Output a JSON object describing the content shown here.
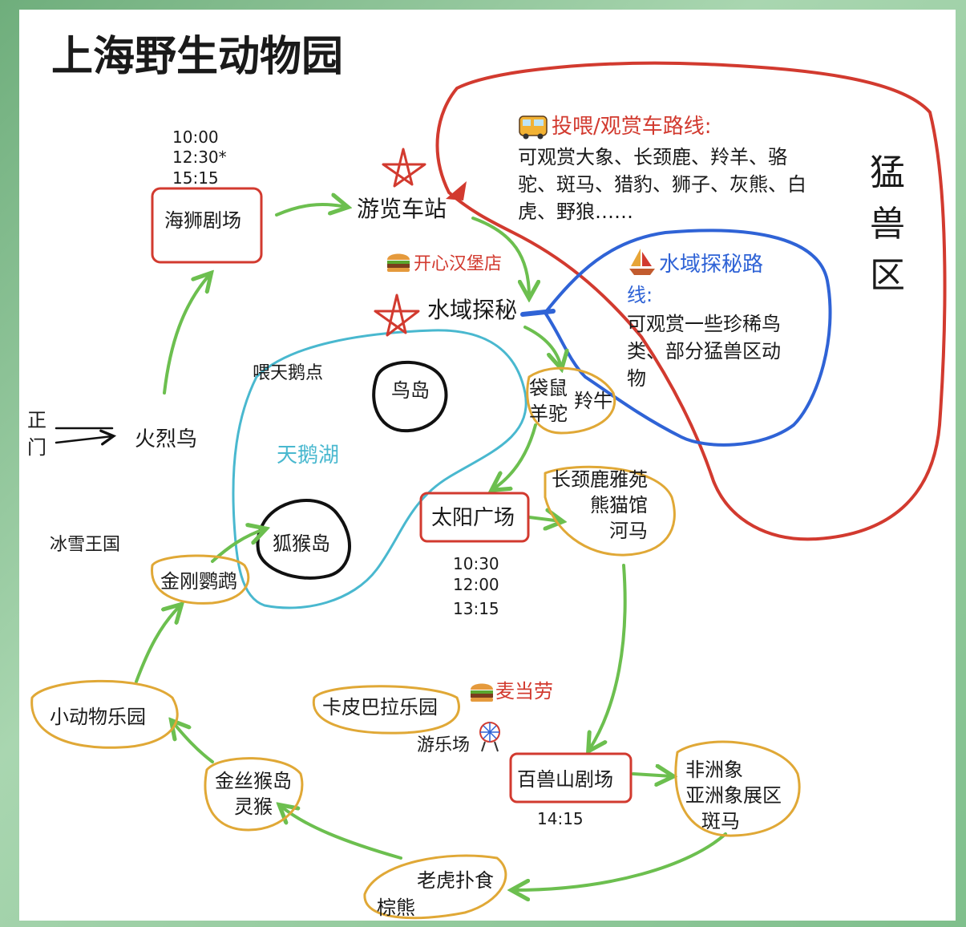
{
  "title": "上海野生动物园",
  "colors": {
    "red": "#d23a2f",
    "blue": "#2f63d6",
    "cyan": "#49b8cf",
    "green": "#6cbf4f",
    "yellow": "#e0a836",
    "black": "#111111",
    "paper": "#ffffff",
    "frame": "#8fc79a"
  },
  "icons": {
    "bus": "bus-icon",
    "burger": "burger-icon",
    "boat": "sailboat-icon",
    "ferris": "ferris-wheel-icon",
    "star": "star-icon"
  },
  "nodes": {
    "gate": "正门",
    "flamingo": "火烈鸟",
    "sealion": "海狮剧场",
    "sealion_times": [
      "10:00",
      "12:30*",
      "15:15"
    ],
    "tour_station": "游览车站",
    "burger1": "开心汉堡店",
    "water": "水域探秘",
    "swan_feed": "喂天鹅点",
    "bird_island": "鸟岛",
    "swan_lake": "天鹅湖",
    "lemur_island": "狐猴岛",
    "ice_kingdom": "冰雪王国",
    "macaw": "金刚鹦鹉",
    "kangaroo": [
      "袋鼠",
      "羊驼",
      "羚牛"
    ],
    "sun_plaza": "太阳广场",
    "sun_times": [
      "10:30",
      "12:00",
      "13:15"
    ],
    "giraffe": [
      "长颈鹿雅苑",
      "熊猫馆",
      "河马"
    ],
    "small_zoo": "小动物乐园",
    "capybara": "卡皮巴拉乐园",
    "mcd": "麦当劳",
    "playground": "游乐场",
    "monkey": [
      "金丝猴岛",
      "灵猴"
    ],
    "beast_theater": "百兽山剧场",
    "beast_time": "14:15",
    "elephant": [
      "非洲象",
      "亚洲象展区",
      "斑马"
    ],
    "tiger": "老虎扑食",
    "bear": "棕熊"
  },
  "panels": {
    "bus_route_title": "投喂/观赏车路线:",
    "bus_route_lines": [
      "可观赏大象、长颈鹿、羚羊、骆",
      "驼、斑马、猎豹、狮子、灰熊、白",
      "虎、野狼……"
    ],
    "beast_zone": [
      "猛",
      "兽",
      "区"
    ],
    "water_route_title": "水域探秘路",
    "water_route_lines": [
      "线:",
      "可观赏一些珍稀鸟",
      "类、部分猛兽区动",
      "物"
    ]
  }
}
